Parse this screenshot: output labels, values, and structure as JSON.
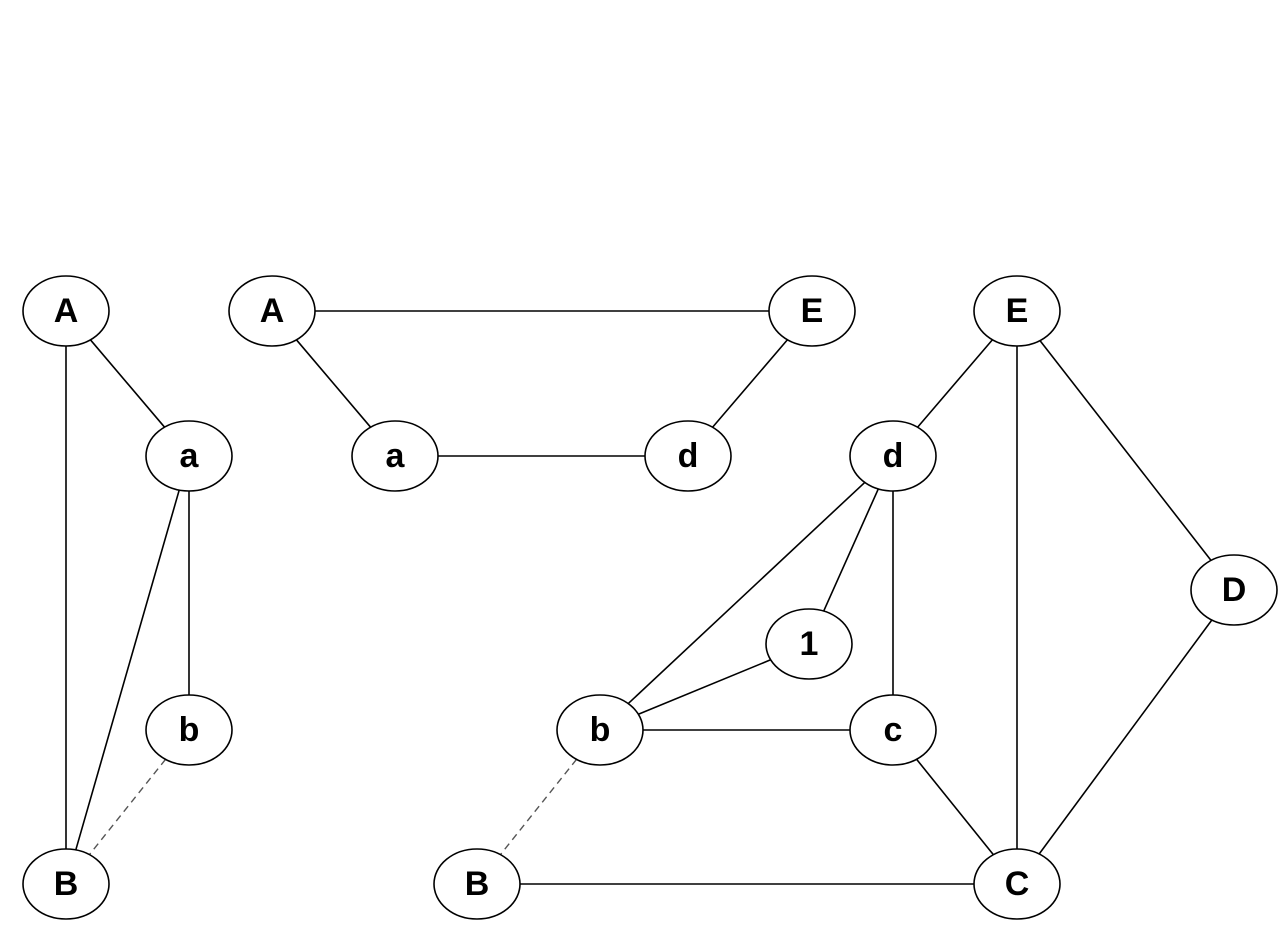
{
  "graphs": [
    {
      "id": "left",
      "nodes": [
        {
          "id": "A",
          "label": "A"
        },
        {
          "id": "a",
          "label": "a"
        },
        {
          "id": "b",
          "label": "b"
        },
        {
          "id": "B",
          "label": "B"
        }
      ],
      "edges": [
        {
          "from": "A",
          "to": "a",
          "style": "solid"
        },
        {
          "from": "A",
          "to": "B",
          "style": "solid"
        },
        {
          "from": "a",
          "to": "b",
          "style": "solid"
        },
        {
          "from": "a",
          "to": "B",
          "style": "solid"
        },
        {
          "from": "b",
          "to": "B",
          "style": "dashed"
        }
      ]
    },
    {
      "id": "middle",
      "nodes": [
        {
          "id": "A",
          "label": "A"
        },
        {
          "id": "E",
          "label": "E"
        },
        {
          "id": "a",
          "label": "a"
        },
        {
          "id": "d",
          "label": "d"
        }
      ],
      "edges": [
        {
          "from": "A",
          "to": "E",
          "style": "solid"
        },
        {
          "from": "A",
          "to": "a",
          "style": "solid"
        },
        {
          "from": "a",
          "to": "d",
          "style": "solid"
        },
        {
          "from": "E",
          "to": "d",
          "style": "solid"
        }
      ]
    },
    {
      "id": "right",
      "nodes": [
        {
          "id": "E",
          "label": "E"
        },
        {
          "id": "d",
          "label": "d"
        },
        {
          "id": "D",
          "label": "D"
        },
        {
          "id": "1",
          "label": "1"
        },
        {
          "id": "b",
          "label": "b"
        },
        {
          "id": "c",
          "label": "c"
        },
        {
          "id": "B",
          "label": "B"
        },
        {
          "id": "C",
          "label": "C"
        }
      ],
      "edges": [
        {
          "from": "E",
          "to": "d",
          "style": "solid"
        },
        {
          "from": "E",
          "to": "C",
          "style": "solid"
        },
        {
          "from": "E",
          "to": "D",
          "style": "solid"
        },
        {
          "from": "d",
          "to": "1",
          "style": "solid"
        },
        {
          "from": "d",
          "to": "b",
          "style": "solid"
        },
        {
          "from": "d",
          "to": "c",
          "style": "solid"
        },
        {
          "from": "1",
          "to": "b",
          "style": "solid"
        },
        {
          "from": "b",
          "to": "c",
          "style": "solid"
        },
        {
          "from": "b",
          "to": "B",
          "style": "dashed"
        },
        {
          "from": "c",
          "to": "C",
          "style": "solid"
        },
        {
          "from": "B",
          "to": "C",
          "style": "solid"
        },
        {
          "from": "D",
          "to": "C",
          "style": "solid"
        }
      ]
    }
  ]
}
